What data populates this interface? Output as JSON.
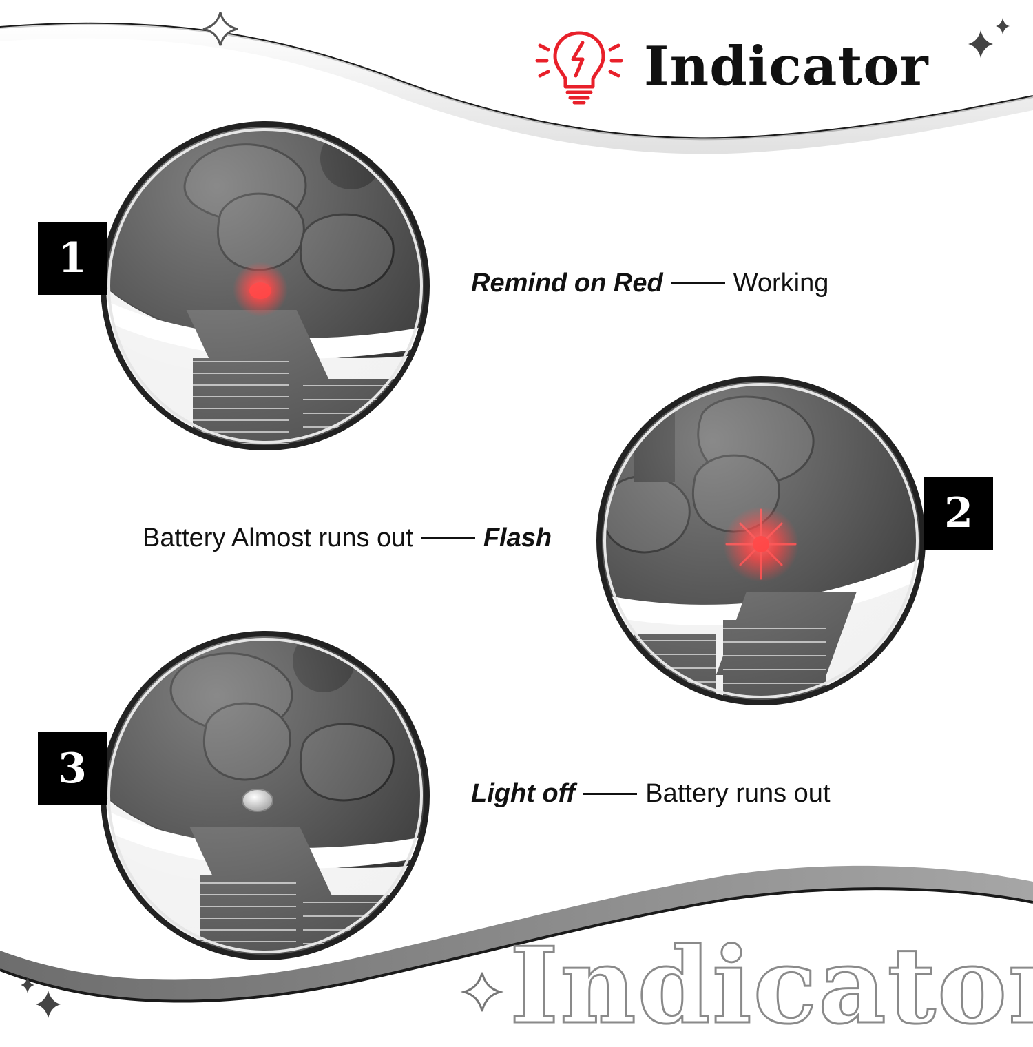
{
  "header": {
    "title": "Indicator",
    "icon": "lightbulb-icon",
    "icon_color": "#e8202a"
  },
  "steps": [
    {
      "number": "1",
      "emphasis": "Remind on Red",
      "description": "Working",
      "led_state": "red"
    },
    {
      "number": "2",
      "label": "Battery Almost runs out",
      "emphasis": "Flash",
      "led_state": "flashing-red"
    },
    {
      "number": "3",
      "emphasis": "Light off",
      "description": "Battery runs out",
      "led_state": "off"
    }
  ],
  "watermark": "Indicator",
  "colors": {
    "badge": "#000000",
    "led_red": "#ff1a1a",
    "wave_gray": "#8c8c8c"
  }
}
